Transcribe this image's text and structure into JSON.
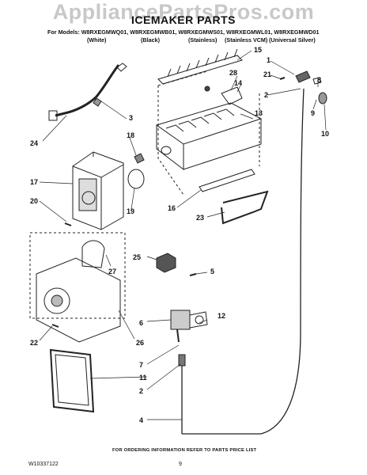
{
  "watermark": "AppliancePartsPros.com",
  "title": "ICEMAKER PARTS",
  "models_line": "For Models: W8RXEGMWQ01, W8RXEGMWB01, W8RXEGMWS01, W8RXEGMWL01, W8RXEGMWD01",
  "colors": [
    "(White)",
    "(Black)",
    "(Stainless)",
    "(Stainless VCM)",
    "(Universal Silver)"
  ],
  "callouts": [
    "1",
    "2",
    "3",
    "4",
    "5",
    "6",
    "7",
    "8",
    "9",
    "10",
    "11",
    "12",
    "13",
    "14",
    "15",
    "16",
    "17",
    "18",
    "19",
    "20",
    "21",
    "22",
    "23",
    "24",
    "25",
    "26",
    "27",
    "28"
  ],
  "footer": {
    "order_info": "FOR ORDERING INFORMATION REFER TO PARTS PRICE LIST",
    "doc_number": "W10337122",
    "page_number": "9"
  }
}
